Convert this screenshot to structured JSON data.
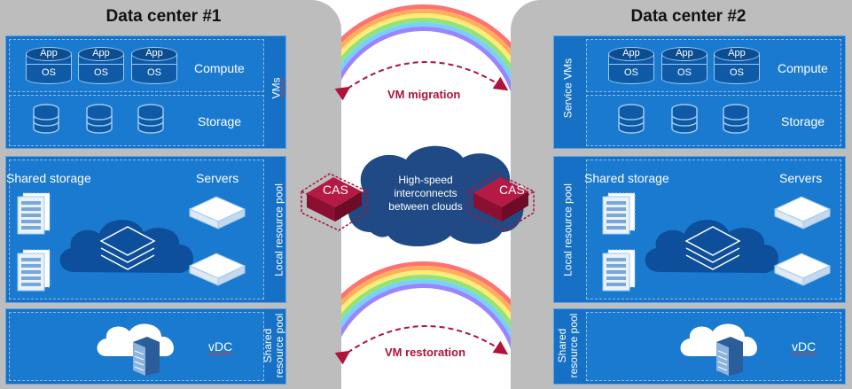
{
  "left_dc": {
    "title": "Data center #1",
    "vms_label": "VMs",
    "vm_top": "App",
    "vm_bottom": "OS",
    "compute": "Compute",
    "storage": "Storage",
    "shared_storage": "Shared storage",
    "servers": "Servers",
    "local_pool": "Local resource pool",
    "shared_pool_line1": "Shared",
    "shared_pool_line2": "resource pool",
    "vdc": "vDC"
  },
  "right_dc": {
    "title": "Data center #2",
    "vms_label": "Service VMs",
    "vm_top": "App",
    "vm_bottom": "OS",
    "compute": "Compute",
    "storage": "Storage",
    "shared_storage": "Shared storage",
    "servers": "Servers",
    "local_pool": "Local resource pool",
    "shared_pool_line1": "Shared",
    "shared_pool_line2": "resource pool",
    "vdc": "vDC"
  },
  "center": {
    "vm_migration": "VM migration",
    "vm_restoration": "VM restoration",
    "cloud_line1": "High-speed",
    "cloud_line2": "interconnects",
    "cloud_line3": "between clouds",
    "cas_left": "CAS",
    "cas_right": "CAS"
  },
  "colors": {
    "panel_blue": "#1670c6",
    "dc_grey": "#bdbdbd",
    "cloud_navy": "#1f4a85",
    "cas_red": "#a8153c",
    "arrow_red": "#b0143a"
  }
}
